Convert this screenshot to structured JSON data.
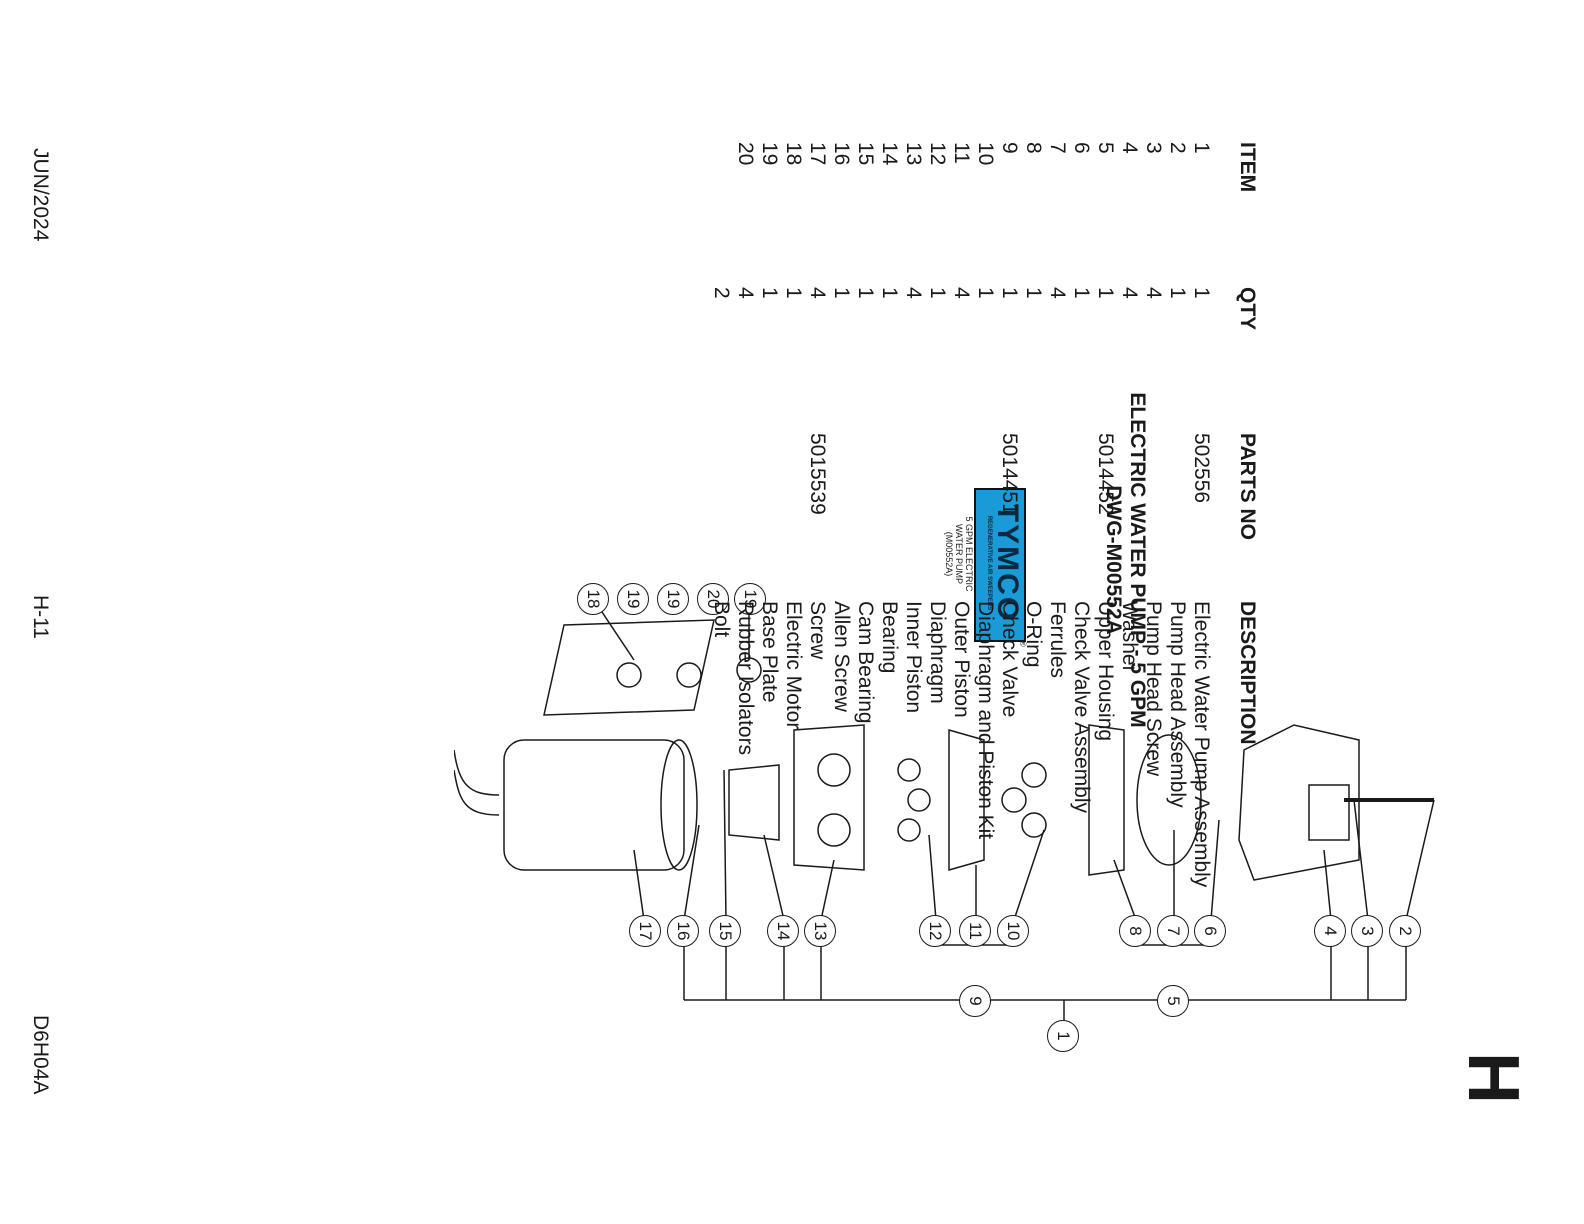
{
  "section_letter": "H",
  "title": {
    "line1": "ELECTRIC WATER PUMP - 5 GPM",
    "line2": "DWG-M00552A"
  },
  "logo": {
    "brand": "TYMCO",
    "tagline": "REGENERATIVE AIR SWEEPERS",
    "caption_lines": [
      "5 GPM ELECTRIC",
      "WATER PUMP",
      "(M00552A)"
    ],
    "registered_mark": "®"
  },
  "table": {
    "headers": {
      "item": "ITEM",
      "qty": "QTY",
      "parts_no": "PARTS NO",
      "description": "DESCRIPTION"
    },
    "rows": [
      {
        "item": "1",
        "qty": "1",
        "parts_no": "502556",
        "description": "Electric Water Pump Assembly"
      },
      {
        "item": "2",
        "qty": "1",
        "parts_no": "",
        "description": "Pump Head Assembly"
      },
      {
        "item": "3",
        "qty": "4",
        "parts_no": "",
        "description": "Pump Head Screw"
      },
      {
        "item": "4",
        "qty": "4",
        "parts_no": "",
        "description": "Washer"
      },
      {
        "item": "5",
        "qty": "1",
        "parts_no": "5014452",
        "description": "Upper Housing"
      },
      {
        "item": "6",
        "qty": "1",
        "parts_no": "",
        "description": "Check Valve Assembly"
      },
      {
        "item": "7",
        "qty": "4",
        "parts_no": "",
        "description": "Ferrules"
      },
      {
        "item": "8",
        "qty": "1",
        "parts_no": "",
        "description": "O-Ring"
      },
      {
        "item": "9",
        "qty": "1",
        "parts_no": "5014451",
        "description": "Check Valve"
      },
      {
        "item": "10",
        "qty": "1",
        "parts_no": "",
        "description": "Diaphragm and Piston Kit"
      },
      {
        "item": "11",
        "qty": "4",
        "parts_no": "",
        "description": "Outer Piston"
      },
      {
        "item": "12",
        "qty": "1",
        "parts_no": "",
        "description": "Diaphragm"
      },
      {
        "item": "13",
        "qty": "4",
        "parts_no": "",
        "description": "Inner Piston"
      },
      {
        "item": "14",
        "qty": "1",
        "parts_no": "",
        "description": "Bearing"
      },
      {
        "item": "15",
        "qty": "1",
        "parts_no": "",
        "description": "Cam Bearing"
      },
      {
        "item": "16",
        "qty": "1",
        "parts_no": "",
        "description": "Allen Screw"
      },
      {
        "item": "17",
        "qty": "4",
        "parts_no": "5015539",
        "description": "Screw"
      },
      {
        "item": "18",
        "qty": "1",
        "parts_no": "",
        "description": "Electric Motor"
      },
      {
        "item": "19",
        "qty": "1",
        "parts_no": "",
        "description": "Base Plate"
      },
      {
        "item": "20",
        "qty": "4",
        "parts_no": "",
        "description": "Rubber Isolators"
      },
      {
        "item": "",
        "qty": "2",
        "parts_no": "",
        "description": "Bolt"
      }
    ]
  },
  "callouts": {
    "n1": "1",
    "n2": "2",
    "n3": "3",
    "n4": "4",
    "n5": "5",
    "n6": "6",
    "n7": "7",
    "n8": "8",
    "n9": "9",
    "n10": "10",
    "n11": "11",
    "n12": "12",
    "n13": "13",
    "n14": "14",
    "n15": "15",
    "n16": "16",
    "n17": "17",
    "n18": "18",
    "n19": "19",
    "n20": "20"
  },
  "footer": {
    "date": "JUN/2024",
    "page": "H-11",
    "code": "D6H04A"
  },
  "colors": {
    "logo_blue": "#1a9ad6",
    "ink": "#1a1a1a"
  }
}
